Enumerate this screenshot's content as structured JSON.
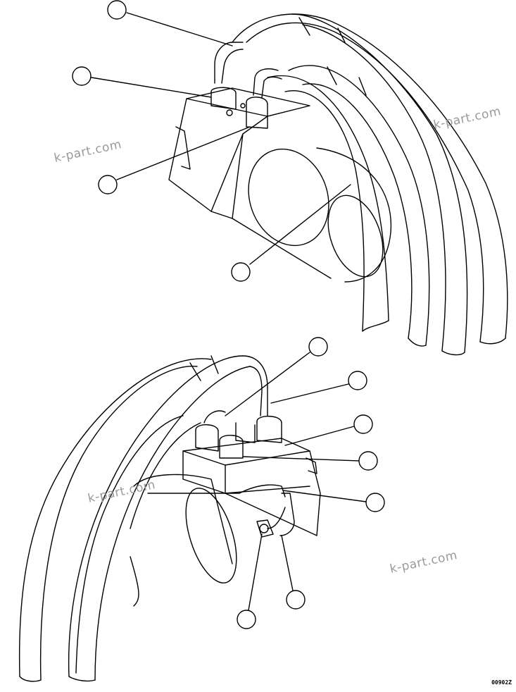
{
  "watermarks": [
    "k-part.com",
    "k-part.com",
    "k-part.com",
    "k-part.com"
  ],
  "drawing_code": "00902Z",
  "colors": {
    "line": "#000000",
    "background": "#ffffff",
    "watermark": "#9a9a9a"
  }
}
